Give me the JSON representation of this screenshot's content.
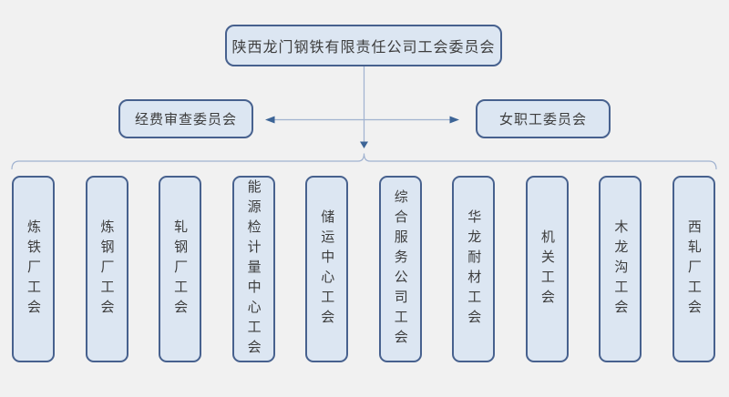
{
  "chart": {
    "type": "org-chart",
    "root": {
      "label": "陕西龙门钢铁有限责任公司工会委员会"
    },
    "side_committees": [
      {
        "label": "经费审查委员会",
        "position": "left"
      },
      {
        "label": "女职工委员会",
        "position": "right"
      }
    ],
    "branch_unions": [
      {
        "label": "炼铁厂工会"
      },
      {
        "label": "炼钢厂工会"
      },
      {
        "label": "轧钢厂工会"
      },
      {
        "label": "能源检计量中心工会"
      },
      {
        "label": "储运中心工会"
      },
      {
        "label": "综合服务公司工会"
      },
      {
        "label": "华龙耐材工会"
      },
      {
        "label": "机关工会"
      },
      {
        "label": "木龙沟工会"
      },
      {
        "label": "西轧厂工会"
      }
    ],
    "colors": {
      "background": "#f1f1f1",
      "node_fill": "#dce6f2",
      "node_border": "#47618e",
      "connector_line": "#a0b2d0",
      "arrowhead": "#3c6496",
      "text": "#3d3d3d"
    }
  }
}
